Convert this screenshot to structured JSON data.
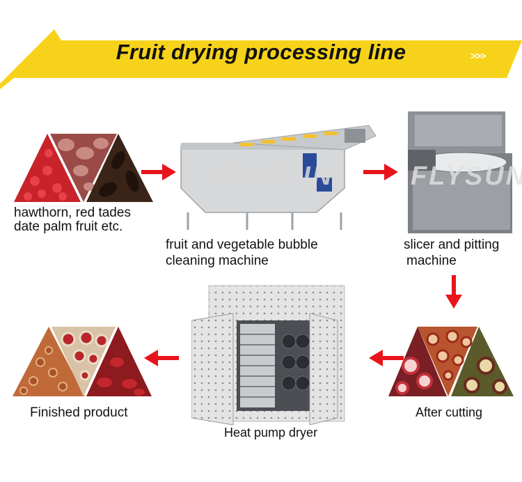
{
  "title": "Fruit drying processing line",
  "banner_decoration": ">>>",
  "watermark": "FLYSUN",
  "colors": {
    "banner": "#f7d21a",
    "arrow": "#e8141b",
    "text": "#111111"
  },
  "steps": {
    "raw": {
      "line1": "hawthorn,   red tades",
      "line2": "date palm fruit etc."
    },
    "washer": {
      "line1": "fruit and vegetable bubble",
      "line2": "cleaning machine"
    },
    "slicer": {
      "line1": "slicer and pitting",
      "line2": "machine"
    },
    "cut": {
      "label": "After cutting"
    },
    "dryer": {
      "label": "Heat pump dryer"
    },
    "finished": {
      "label": "Finished product"
    }
  }
}
